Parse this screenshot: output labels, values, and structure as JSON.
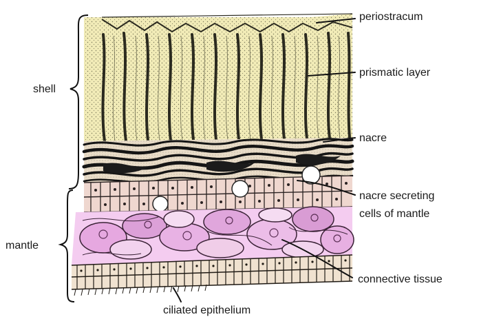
{
  "diagram": {
    "groups": {
      "shell": "shell",
      "mantle": "mantle"
    },
    "labels": {
      "periostracum": "periostracum",
      "prismatic_layer": "prismatic layer",
      "nacre": "nacre",
      "nacre_secreting_line1": "nacre secreting",
      "nacre_secreting_line2": "cells of mantle",
      "connective_tissue": "connective tissue",
      "ciliated_epithelium": "ciliated epithelium"
    },
    "colors": {
      "prismatic": "#f1ebb7",
      "nacre": "#e9dcc8",
      "cells": "#efd7cf",
      "connective": "#e7b4e2",
      "cilia": "#f0e2d0",
      "ink": "#111111"
    }
  }
}
